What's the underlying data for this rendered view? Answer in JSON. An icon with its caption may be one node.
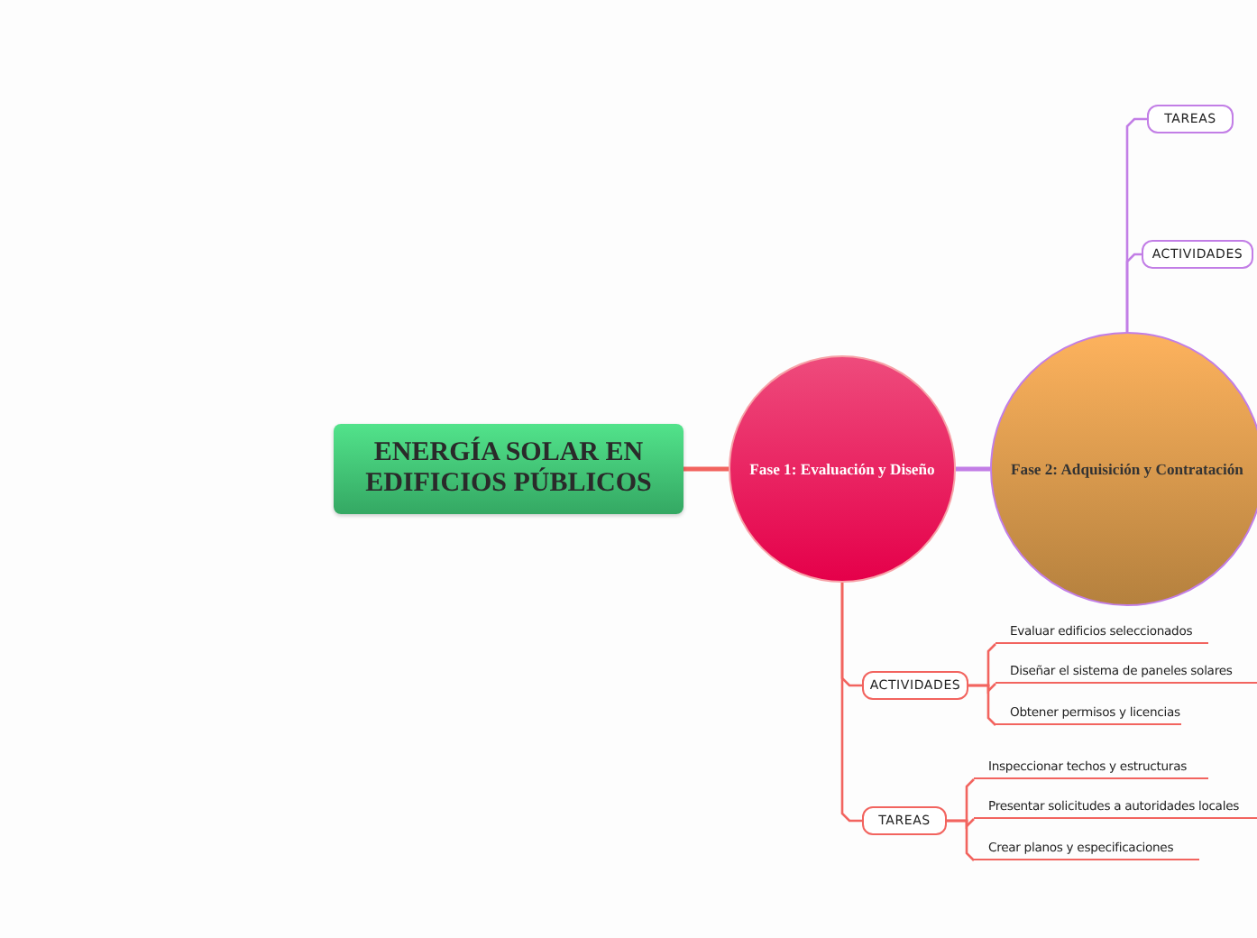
{
  "diagram": {
    "nodes": [
      {
        "text": [
          "ENERGÍA SOLAR EN EDIFICIOS PÚBLICOS"
        ]
      },
      {
        "text": [
          "Fase 1: Evaluación y Diseño"
        ]
      },
      {
        "text": [
          "Fase 2: Adquisición y Contratación"
        ]
      },
      {
        "text": [
          "TAREAS"
        ]
      },
      {
        "text": [
          "ACTIVIDADES"
        ]
      },
      {
        "text": [
          "ACTIVIDADES"
        ]
      },
      {
        "text": [
          "Evaluar edificios seleccionados"
        ]
      },
      {
        "text": [
          "Diseñar el sistema de paneles solares"
        ]
      },
      {
        "text": [
          "Obtener permisos y licencias"
        ]
      },
      {
        "text": [
          "TAREAS"
        ]
      },
      {
        "text": [
          "Inspeccionar techos y estructuras"
        ]
      },
      {
        "text": [
          "Presentar solicitudes a autoridades locales"
        ]
      },
      {
        "text": [
          "Crear planos y especificaciones"
        ]
      }
    ],
    "edges": [
      {
        "from": 0,
        "to": 1,
        "arrow": "none"
      },
      {
        "from": 1,
        "to": 2,
        "arrow": "none",
        "color": "#c27ee6"
      },
      {
        "from": 2,
        "to": 3,
        "arrow": "none",
        "color": "#c27ee6"
      },
      {
        "from": 2,
        "to": 4,
        "arrow": "none",
        "color": "#c27ee6"
      },
      {
        "from": 1,
        "to": 5,
        "arrow": "none"
      },
      {
        "from": 1,
        "to": 9,
        "arrow": "none"
      },
      {
        "from": 5,
        "to": 6,
        "arrow": "none"
      },
      {
        "from": 5,
        "to": 7,
        "arrow": "none"
      },
      {
        "from": 5,
        "to": 8,
        "arrow": "none"
      },
      {
        "from": 9,
        "to": 10,
        "arrow": "none"
      },
      {
        "from": 9,
        "to": 11,
        "arrow": "none"
      },
      {
        "from": 9,
        "to": 12,
        "arrow": "none"
      }
    ]
  }
}
